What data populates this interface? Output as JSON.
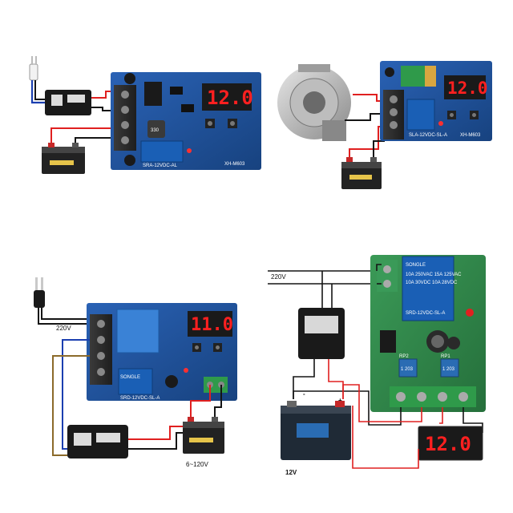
{
  "panels": {
    "top_left": {
      "display": "12.0",
      "board_label": "XH-M603",
      "relay_label": "SRA-12VDC-AL",
      "chip_label": "330"
    },
    "top_right": {
      "display": "12.0",
      "board_label": "XH-M603",
      "relay_label": "SLA-12VDC-SL-A"
    },
    "bottom_left": {
      "display": "11.0",
      "voltage_in": "220V",
      "voltage_range": "6~120V",
      "relay_label": "SRD-12VDC-SL-A",
      "brand": "SONGLE"
    },
    "bottom_right": {
      "display": "12.0",
      "voltage_in": "220V",
      "battery_voltage": "12V",
      "neg": "-",
      "pos": "+",
      "relay_label": "SRD-12VDC-SL-A",
      "brand": "SONGLE",
      "relay_line1": "10A 250VAC 15A 125VAC",
      "relay_line2": "10A 30VDC 10A 28VDC",
      "rp1": "RP1",
      "rp2": "RP2",
      "pot_code": "203",
      "pot_label_a": "1 203",
      "pot_label_b": "1 203"
    }
  },
  "colors": {
    "pcb": "#1d4f96",
    "pcb_light": "#2a62b5",
    "terminal": "#2c2c2c",
    "display_bg": "#1a1a1a",
    "segment": "#ff2020",
    "wire_red": "#e02020",
    "wire_blue": "#1b3fb0",
    "wire_black": "#151515",
    "wire_brown": "#8b6a2a",
    "battery": "#222222",
    "green_pcb": "#2f8a4a"
  }
}
